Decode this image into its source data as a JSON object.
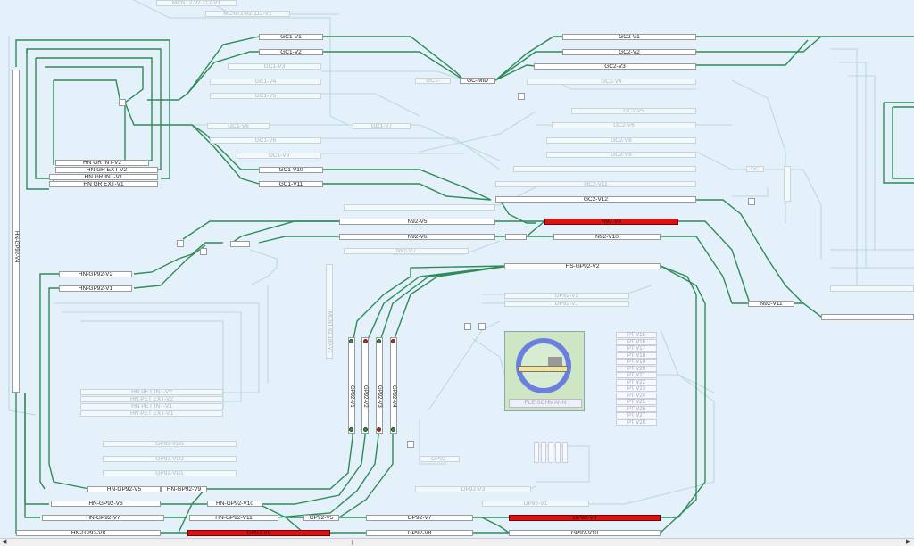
{
  "colors": {
    "track_line": "#2e8b57",
    "dim_line": "#b8d8d8",
    "occupied": "#e01010",
    "background": "#e4f1fb"
  },
  "tracks": {
    "mcnt2": "MCNT2-92-112-V1",
    "gc1_v1": "GC1-V1",
    "gc1_v2": "GC1-V2",
    "gc1_v3": "GC1-V3",
    "gc1_v4": "GC1-V4",
    "gc1_v5": "GC1-V5",
    "gc1_v6": "GC1-V6",
    "gc1_v7": "GC1-V7",
    "gc1_v8": "GC1-V8",
    "gc1_v9": "GC1-V9",
    "gc1_v10": "GC1-V10",
    "gc1_v11": "GC1-V11",
    "gc1": "GC1-",
    "gc_mid": "GC-MID",
    "gc2_v1": "GC2-V1",
    "gc2_v2": "GC2-V2",
    "gc2_v3": "GC2-V3",
    "gc2_v4": "GC2-V4",
    "gc2_v5": "GC2-V5",
    "gc2_v6": "GC2-V6",
    "gc2_v8": "GC2-V8",
    "gc2_v9": "GC2-V9",
    "gc2_v11": "GC2-V11",
    "gc2_v12": "GC2-V12",
    "gc": "GC",
    "hn_gr_int_v2": "HN GR INT-V2",
    "hn_gr_ext_v2": "HN GR EXT-V2",
    "hn_gr_int_v1": "HN GR INT-V1",
    "hn_gr_ext_v1": "HN GR EXT-V1",
    "hn_gp92_v4": "HN-GP92-V4",
    "n92_v5": "N92-V5",
    "n92_v6": "N92-V6",
    "n92_v7": "N92-V7",
    "n92_v8": "N92-V8",
    "n92_v10": "N92-V10",
    "n92_v11": "N92-V11",
    "hs_gp92_v2": "HS-GP92-V2",
    "hn_gp92_v2": "HN-GP92-V2",
    "hn_gp92_v1": "HN-GP92-V1",
    "dp92_v2": "DP92-V2",
    "dp92_v1": "DP92-V1",
    "mcnt": "MCNT-92-180-V1",
    "gp92_v1": "GP92-V1",
    "gp92_v2": "GP92-V2",
    "gp92_v3": "GP92-V3",
    "gp92_v4": "GP92-V4",
    "hn_pet_int_v2": "HN PET INT-V2",
    "hn_pet_ext_v2": "HN PET EXT-V2",
    "hn_pet_int_v1": "HN PET INT-V1",
    "hn_pet_ext_v1": "HN PET EXT-V1",
    "gp92_vd3": "GP92-VD3",
    "gp92_vd2": "GP92-VD2",
    "gp92_vd1": "GP92-VD1",
    "dp92": "DP92-",
    "dp92_v3": "DP92-V3",
    "dp92_v1b": "DP92-V1",
    "hn_gp92_v5": "HN-GP92-V5",
    "hn_gp92_v9": "HN-GP92-V9",
    "hn_gp92_v6": "HN-GP92-V6",
    "hn_gp92_v10": "HN-GP92-V10",
    "hn_gp92_v7": "HN-GP92-V7",
    "hn_gp92_v11": "HN-GP92-V11",
    "gp92_v5": "GP92-V5",
    "gp92_v7": "GP92-V7",
    "hn_gp92_v8": "HN-GP92-V8",
    "gp92_v6": "GP92-V6",
    "gp92_v8": "GP92-V8",
    "gp92_v10": "GP92-V10",
    "gp92_v9": "GP92-V9"
  },
  "turntable": {
    "label": "FLEISCHMANN"
  },
  "pt_tracks": [
    "PT V15",
    "PT V16",
    "PT V17",
    "PT V18",
    "PT V19",
    "PT V20",
    "PT V21",
    "PT V22",
    "PT V23",
    "PT V24",
    "PT V25",
    "PT V26",
    "PT V27",
    "PT V28"
  ]
}
